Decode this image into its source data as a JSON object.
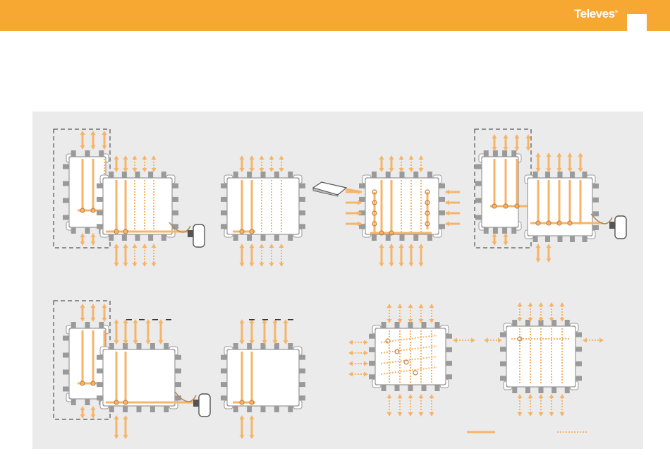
{
  "header": {
    "brand": "Televes",
    "brand_mark": "®",
    "accent_color": "#f7a833"
  },
  "diagram": {
    "colors": {
      "signal": "#f7b468",
      "device_fill": "#ffffff",
      "device_stroke": "#9a9a9a",
      "connector": "#9a9a9a",
      "panel": "#ebebeb",
      "cable": "#b0895a"
    },
    "legend": {
      "solid_line": "signal-path-solid",
      "dotted_line": "signal-path-dotted"
    }
  }
}
